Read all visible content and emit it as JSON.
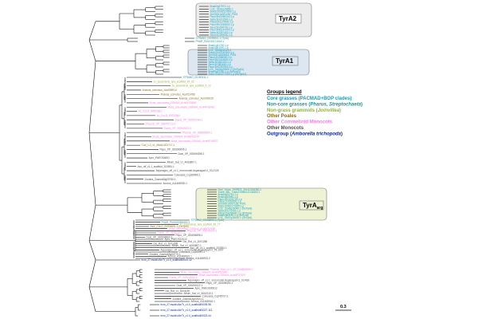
{
  "colors": {
    "core": "#0aa3c2",
    "noncore": "#2a8f8f",
    "nongrass": "#8db33a",
    "poales": "#8a6a18",
    "commelinid": "#ff7ae6",
    "monocot": "#505050",
    "outgroup": "#0a2a9c",
    "branch": "#000000",
    "box_gray": "#ececec",
    "box_blue": "#dde7f1",
    "box_green": "#eef3d6"
  },
  "boxes": {
    "tyra2": {
      "label": "TyrA2"
    },
    "tyra1": {
      "label": "TyrA1"
    },
    "tyrap": {
      "label": "TyrA",
      "sub": "arg"
    }
  },
  "legend": {
    "title": "Groups legend",
    "items": [
      {
        "key": "core",
        "text": "Core grasses (PACMAD+BOP clades)"
      },
      {
        "key": "noncore",
        "text": "Non-core grasses (",
        "italic": "Pharus, Streptochaeta",
        "tail": ")"
      },
      {
        "key": "nongrass",
        "text": "Non-grass graminids (",
        "italic": "Joinvillea",
        "tail": ")"
      },
      {
        "key": "poales",
        "text": "Other Poales"
      },
      {
        "key": "commelinid",
        "text": "Other Commelinid Monocots"
      },
      {
        "key": "monocot",
        "text": "Other Monocots"
      },
      {
        "key": "outgroup",
        "text": "Outgroup (",
        "italic": "Amborella trichopoda",
        "tail": ")"
      }
    ]
  },
  "scale": {
    "label": "0.3"
  },
  "sections": [
    {
      "id": "tyra2",
      "leaves": [
        {
          "t": "Bradi2g37970.1.p",
          "g": "core"
        },
        {
          "t": "LOC_Os01g19830.1",
          "g": "core"
        },
        {
          "t": "Sobic.003G127600.1.p",
          "g": "core"
        },
        {
          "t": "Zm00001d031250_P001",
          "g": "core"
        },
        {
          "t": "Pavir.5NG084100.1.p",
          "g": "core"
        },
        {
          "t": "Seita.5G201500.1.p",
          "g": "core"
        },
        {
          "t": "Pahal.5G137600.1.p",
          "g": "core"
        },
        {
          "t": "Pavir.9KG163500.1.p",
          "g": "core"
        },
        {
          "t": "Sevir.5G206700.1.p",
          "g": "core"
        },
        {
          "t": "Pavir.9NG147000.1.p",
          "g": "core"
        },
        {
          "t": "Seita.9G297400.1.p",
          "g": "core"
        },
        {
          "t": "Sevir.9G299000.1.p",
          "g": "core"
        }
      ]
    },
    {
      "id": "mid1",
      "leaves": [
        {
          "t": "STRANG_00099001.1 (TyrA)",
          "g": "noncore"
        },
        {
          "t": "PHAR_Ph01G0171500.1",
          "g": "noncore"
        }
      ]
    },
    {
      "id": "tyra1",
      "leaves": [
        {
          "t": "Bradi1g41760.1.p",
          "g": "core"
        },
        {
          "t": "Bradi3g51590.1.p",
          "g": "core"
        },
        {
          "t": "LOC_Os06g11120.1",
          "g": "core"
        },
        {
          "t": "Sobic.004G167600.1.p",
          "g": "core"
        },
        {
          "t": "Zm00001d029818_P001",
          "g": "core"
        },
        {
          "t": "Pahal.3G396900.1.p",
          "g": "core"
        },
        {
          "t": "Pavir.3KG414600.1.p",
          "g": "core"
        },
        {
          "t": "Seita.3G364100.1.p",
          "g": "core"
        },
        {
          "t": "Sevir.3G381600.1.p",
          "g": "core"
        },
        {
          "t": "Pavir.3NG357500.1.p",
          "g": "core"
        },
        {
          "t": "LOC_Os02g29400.1 (OsTyrA1)",
          "g": "core"
        },
        {
          "t": "Bradi3g22180.1.p (BdTyrA1)",
          "g": "core"
        },
        {
          "t": "Sobic.004G072100.1.p (SbTyrA1)",
          "g": "core"
        }
      ]
    },
    {
      "id": "mid2",
      "leaves": [
        {
          "t": "STRANG_00150311.1",
          "g": "noncore"
        },
        {
          "t": "Jo_ascendens_tyra_scaffold_24_31",
          "g": "nongrass"
        },
        {
          "t": "Jo_ascendens_tyra_scaffold_6_12",
          "g": "nongrass"
        },
        {
          "t": "Ananas_comosus_Aco006914",
          "g": "poales"
        },
        {
          "t": "Ananas_comosus_Aco011458",
          "g": "poales"
        },
        {
          "t": "Ananas_comosus_Aco009226",
          "g": "poales"
        },
        {
          "t": "Musa_acuminata_GSMUA_Achr1P23800",
          "g": "commelinid"
        },
        {
          "t": "Musa_acuminata_GSMUA_Achr4P18420",
          "g": "commelinid"
        },
        {
          "t": "Ac_CoLD_00003361",
          "g": "commelinid"
        },
        {
          "t": "Ac_CoLD_00003362",
          "g": "commelinid"
        },
        {
          "t": "Elaeis_XP_010921003.1",
          "g": "commelinid"
        },
        {
          "t": "Phoenix_XP_008797213.1",
          "g": "commelinid"
        },
        {
          "t": "Elaeis_XP_010940122.1",
          "g": "commelinid"
        },
        {
          "t": "Phoenix_XP_008806550.1",
          "g": "commelinid"
        },
        {
          "t": "Musa_acuminata_GSMUA_Achr6P03720",
          "g": "commelinid"
        },
        {
          "t": "Musa_acuminata_GSMUA_Achr9P16870",
          "g": "commelinid"
        },
        {
          "t": "Cod_1.0_v1_MdrA1021717.1",
          "g": "poales"
        },
        {
          "t": "Pepo_XP_020690095.1",
          "g": "monocot"
        },
        {
          "t": "Dcat_XP_020694398.1",
          "g": "monocot"
        },
        {
          "t": "Apro_PAEOS4691",
          "g": "monocot"
        },
        {
          "t": "Allium_Sat_v1_4063897.1",
          "g": "monocot"
        },
        {
          "t": "Aso_off_v1.1_scaffold_203551.1",
          "g": "monocot"
        },
        {
          "t": "Asparagus_off_v1.1_evm.model.AsparagusV1_03.2125",
          "g": "monocot"
        },
        {
          "t": "Colocasia_Cq180990.1",
          "g": "monocot"
        },
        {
          "t": "Zostera_Zosma63g00760.1",
          "g": "monocot"
        },
        {
          "t": "Acorus_A11468930.1",
          "g": "monocot"
        }
      ]
    },
    {
      "id": "tyrap",
      "leaves": [
        {
          "t": "Hvul_Horvu_MOREX_2Hr1G036350.1",
          "g": "core"
        },
        {
          "t": "Traes_5BL_TraesCS5B01G104800.1",
          "g": "core"
        },
        {
          "t": "Bradi4g24740.1.p",
          "g": "core"
        },
        {
          "t": "Bradi4g19980.1.p",
          "g": "core"
        },
        {
          "t": "Pavir.1KG076700.1.p",
          "g": "core"
        },
        {
          "t": "Pahal.7G052600.1.p",
          "g": "core"
        },
        {
          "t": "Zm00001d037158_P001",
          "g": "core"
        },
        {
          "t": "Sobic.004G170150.1.p",
          "g": "core"
        },
        {
          "t": "LOC_Os06g16040.1 (OsTyrA)",
          "g": "core"
        },
        {
          "t": "Seita.2G171200.1.p",
          "g": "core"
        },
        {
          "t": "Pahal.2G153400.1.p (PhTyrA)",
          "g": "core"
        },
        {
          "t": "Bradi1g63180.1.p (BdTyrA)",
          "g": "core"
        },
        {
          "t": "LOC_Os07g18140.1 (OsTyrA)",
          "g": "core"
        }
      ]
    },
    {
      "id": "mid3",
      "leaves": [
        {
          "t": "STRANG_00026899.1 (TyrA)",
          "g": "noncore"
        },
        {
          "t": "PHAR_Ph03G0053400.1",
          "g": "noncore"
        },
        {
          "t": "Jo_ascendens_tyra_scaffold_45_77",
          "g": "nongrass"
        },
        {
          "t": "Asol_CoLD_00004601.1 (OsTyrA)",
          "g": "poales"
        },
        {
          "t": "Musa_acuminata_GSMUA_Achr5P02390",
          "g": "commelinid"
        },
        {
          "t": "Phoenix_XP_008790244.1",
          "g": "commelinid"
        },
        {
          "t": "Elaeis_XP_010914077.1",
          "g": "commelinid"
        },
        {
          "t": "Pepo_XP_020694898.1",
          "g": "monocot"
        },
        {
          "t": "Dcat_XP_020696600.1",
          "g": "monocot"
        },
        {
          "t": "Apro_PAEOS12013",
          "g": "monocot"
        },
        {
          "t": "Dio_Rot_v1_Dr01286",
          "g": "monocot"
        },
        {
          "t": "Dio_Rot_v1_Dr01298",
          "g": "monocot"
        },
        {
          "t": "Allium_Sat_v1_4063897.1",
          "g": "monocot"
        },
        {
          "t": "Aso_off_v1.1_scaffold_203551.1",
          "g": "monocot"
        },
        {
          "t": "Asparagus_off_v1.1_evm.model.AsparagusV1_01.1907",
          "g": "monocot"
        },
        {
          "t": "Colocasia_Cq180991.1",
          "g": "monocot"
        },
        {
          "t": "Zostera_Zosma63g00770.1",
          "g": "monocot"
        },
        {
          "t": "Acorus_A11468931.1",
          "g": "monocot"
        },
        {
          "t": "Acorus_A11468931.2",
          "g": "monocot"
        }
      ]
    },
    {
      "id": "out1",
      "leaves": [
        {
          "t": "evm_27.model.AmTr_v1.0_scaffold00021.32",
          "g": "outgroup"
        }
      ]
    },
    {
      "id": "bottom",
      "leaves": [
        {
          "t": "Phoenix_Goa_v1.1_XP_008809899.1",
          "g": "commelinid"
        },
        {
          "t": "Musa_acuminata_GSMUA_Achr3P02640",
          "g": "commelinid"
        },
        {
          "t": "Musa_acuminata_GSMUA_Achr3P17870",
          "g": "commelinid"
        },
        {
          "t": "Elaeis_XP_010910052.1",
          "g": "commelinid"
        },
        {
          "t": "Asparagus_off_v1.1_evm.model.AsparagusV1_03.468",
          "g": "monocot"
        },
        {
          "t": "Pepo_XP_020698190.1",
          "g": "monocot"
        },
        {
          "t": "Dcat_XP_020699122.1",
          "g": "monocot"
        },
        {
          "t": "Apro_PAEOS00612",
          "g": "monocot"
        },
        {
          "t": "Dio_Rot_v1_Dr04190",
          "g": "monocot"
        },
        {
          "t": "Allium_Sat_v1_4062110.1",
          "g": "monocot"
        },
        {
          "t": "Colocasia_Cq245737.1",
          "g": "monocot"
        },
        {
          "t": "Zostera_Zosma14g00321.1",
          "g": "monocot"
        },
        {
          "t": "Acorus_A11468942.1",
          "g": "monocot"
        }
      ]
    },
    {
      "id": "out2",
      "leaves": [
        {
          "t": "evm_27.model.AmTr_v1.0_scaffold00005.98",
          "g": "outgroup"
        },
        {
          "t": "evm_27.model.AmTr_v1.0_scaffold00027.113",
          "g": "outgroup"
        },
        {
          "t": "evm_27.model.AmTr_v1.0_scaffold00023.44",
          "g": "outgroup"
        }
      ]
    }
  ]
}
